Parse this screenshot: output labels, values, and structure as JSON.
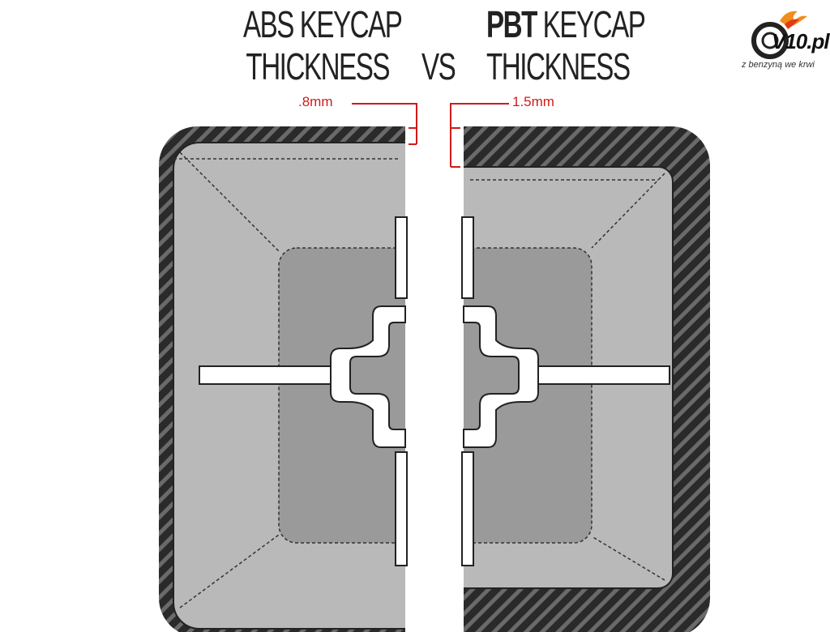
{
  "title": {
    "left_line1": "ABS KEYCAP",
    "left_line2": "THICKNESS",
    "vs": "VS",
    "right_line1_bold": "PBT",
    "right_line1_rest": " KEYCAP",
    "right_line2": "THICKNESS"
  },
  "measurements": {
    "abs": ".8mm",
    "pbt": "1.5mm"
  },
  "logo": {
    "text": "V10.pl",
    "tagline": "z benzyną we krwi"
  },
  "colors": {
    "accent_red": "#d11a1a",
    "wall_dark": "#2a2a2a",
    "wall_stripe": "#6a6a6a",
    "keycap_fill": "#b9b9b9",
    "inner_fill": "#9a9a9a",
    "stem": "#ffffff",
    "logo_flame": "#f28c1c"
  }
}
